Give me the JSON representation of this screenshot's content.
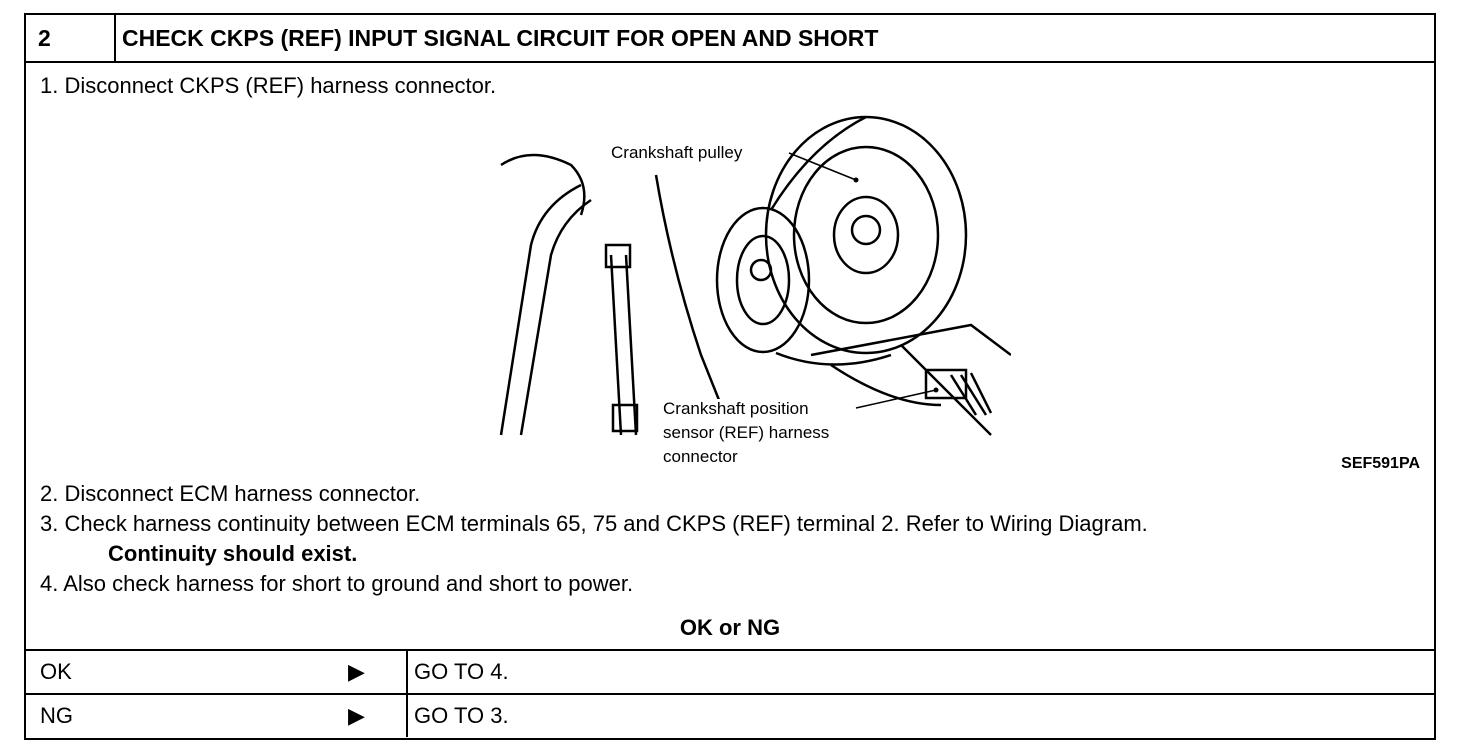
{
  "header": {
    "step_number": "2",
    "title": "CHECK CKPS (REF) INPUT SIGNAL CIRCUIT FOR OPEN AND SHORT"
  },
  "steps": {
    "s1": "1.  Disconnect CKPS (REF) harness connector.",
    "s2": "2.  Disconnect ECM harness connector.",
    "s3": "3.  Check harness continuity between ECM terminals 65, 75 and CKPS (REF) terminal 2. Refer to Wiring Diagram.",
    "s3_note": "Continuity should exist.",
    "s4": "4.  Also check harness for short to ground and short to power."
  },
  "figure": {
    "label_pulley": "Crankshaft pulley",
    "label_sensor_1": "Crankshaft position",
    "label_sensor_2": "sensor (REF) harness",
    "label_sensor_3": "connector",
    "code": "SEF591PA"
  },
  "result": {
    "heading": "OK or NG",
    "rows": [
      {
        "label": "OK",
        "arrow": "▶",
        "action": "GO TO 4."
      },
      {
        "label": "NG",
        "arrow": "▶",
        "action": "GO TO 3."
      }
    ]
  }
}
